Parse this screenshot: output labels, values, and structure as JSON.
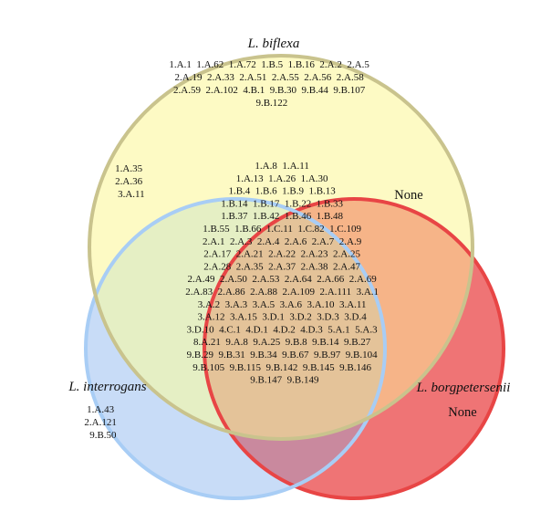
{
  "sets": [
    {
      "key": "biflexa",
      "name": "L. biflexa",
      "fill": "#fdfac4",
      "stroke": "#c9c38d"
    },
    {
      "key": "interrogans",
      "name": "L. interrogans",
      "fill": "#c8dcf7",
      "stroke": "#a8cdf5"
    },
    {
      "key": "borgpetersenii",
      "name": "L. borgpetersenii",
      "fill": "#ef7475",
      "stroke": "#e84545"
    }
  ],
  "regions": {
    "biflexa_only": [
      "1.A.1  1.A.62  1.A.72  1.B.5  1.B.16  2.A.2  2.A.5",
      "2.A.19  2.A.33  2.A.51  2.A.55  2.A.56  2.A.58",
      "2.A.59  2.A.102  4.B.1  9.B.30  9.B.44  9.B.107",
      "9.B.122"
    ],
    "biflexa_interrogans": [
      "1.A.35",
      "2.A.36",
      "3.A.11"
    ],
    "biflexa_borgpetersenii": "None",
    "interrogans_only": [
      "1.A.43",
      "2.A.121",
      "9.B.50"
    ],
    "borgpetersenii_only": "None",
    "all_three": [
      "1.A.8  1.A.11",
      "1.A.13  1.A.26  1.A.30",
      "1.B.4  1.B.6  1.B.9  1.B.13",
      "1.B.14  1.B.17  1.B.22  1.B.33",
      "1.B.37  1.B.42  1.B.46  1.B.48",
      "1.B.55  1.B.66  1.C.11  1.C.82  1.C.109",
      "2.A.1  2.A.3  2.A.4  2.A.6  2.A.7  2.A.9",
      "2.A.17  2.A.21  2.A.22  2.A.23  2.A.25",
      "2.A.28  2.A.35  2.A.37  2.A.38  2.A.47",
      "2.A.49  2.A.50  2.A.53  2.A.64  2.A.66  2.A.69",
      "2.A.83  2.A.86  2.A.88  2.A.109  2.A.111  3.A.1",
      "3.A.2  3.A.3  3.A.5  3.A.6  3.A.10  3.A.11",
      "3.A.12  3.A.15  3.D.1  3.D.2  3.D.3  3.D.4",
      "3.D.10  4.C.1  4.D.1  4.D.2  4.D.3  5.A.1  5.A.3",
      "8.A.21  9.A.8  9.A.25  9.B.8  9.B.14  9.B.27",
      "9.B.29  9.B.31  9.B.34  9.B.67  9.B.97  9.B.104",
      "9.B.105  9.B.115  9.B.142  9.B.145  9.B.146",
      "9.B.147  9.B.149"
    ]
  }
}
